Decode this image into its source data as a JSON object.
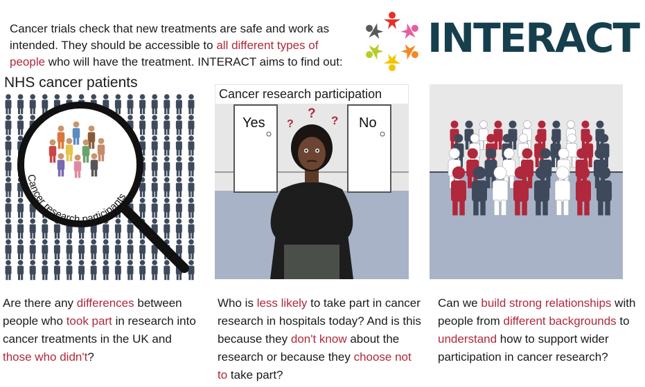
{
  "intro": {
    "part1": "Cancer trials check that new treatments are safe and work as intended. They should be accessible to ",
    "highlight": "all different types of people",
    "part2": " who will have the treatment. INTERACT aims to find out:"
  },
  "logo": {
    "text": "INTERACT",
    "colors": [
      "#e4312b",
      "#e85d9b",
      "#f08a24",
      "#f5c400",
      "#b7cc2a",
      "#58595b"
    ]
  },
  "panel1": {
    "title": "NHS cancer patients",
    "lens_text": "Cancer research participants",
    "caption": {
      "a": "Are there any ",
      "b": "differences",
      "c": " between people who ",
      "d": "took part",
      "e": " in research into cancer treatments in the UK and ",
      "f": "those who didn't",
      "g": "?"
    }
  },
  "panel2": {
    "title": "Cancer research participation",
    "door_yes": "Yes",
    "door_no": "No",
    "caption": {
      "a": "Who is ",
      "b": "less likely",
      "c": " to take part in cancer research in hospitals today? And is this because they ",
      "d": "don't know",
      "e": " about the research or because they ",
      "f": "choose not to",
      "g": " take part?"
    }
  },
  "panel3": {
    "caption": {
      "a": "Can we ",
      "b": "build strong relationships",
      "c": " with people from ",
      "d": "different backgrounds",
      "e": " to ",
      "f": "understand",
      "g": " how to support wider participation in cancer research?"
    }
  },
  "colors": {
    "accent_red": "#b0283b",
    "navy": "#3e4a5c",
    "logo_teal": "#163f4d"
  }
}
